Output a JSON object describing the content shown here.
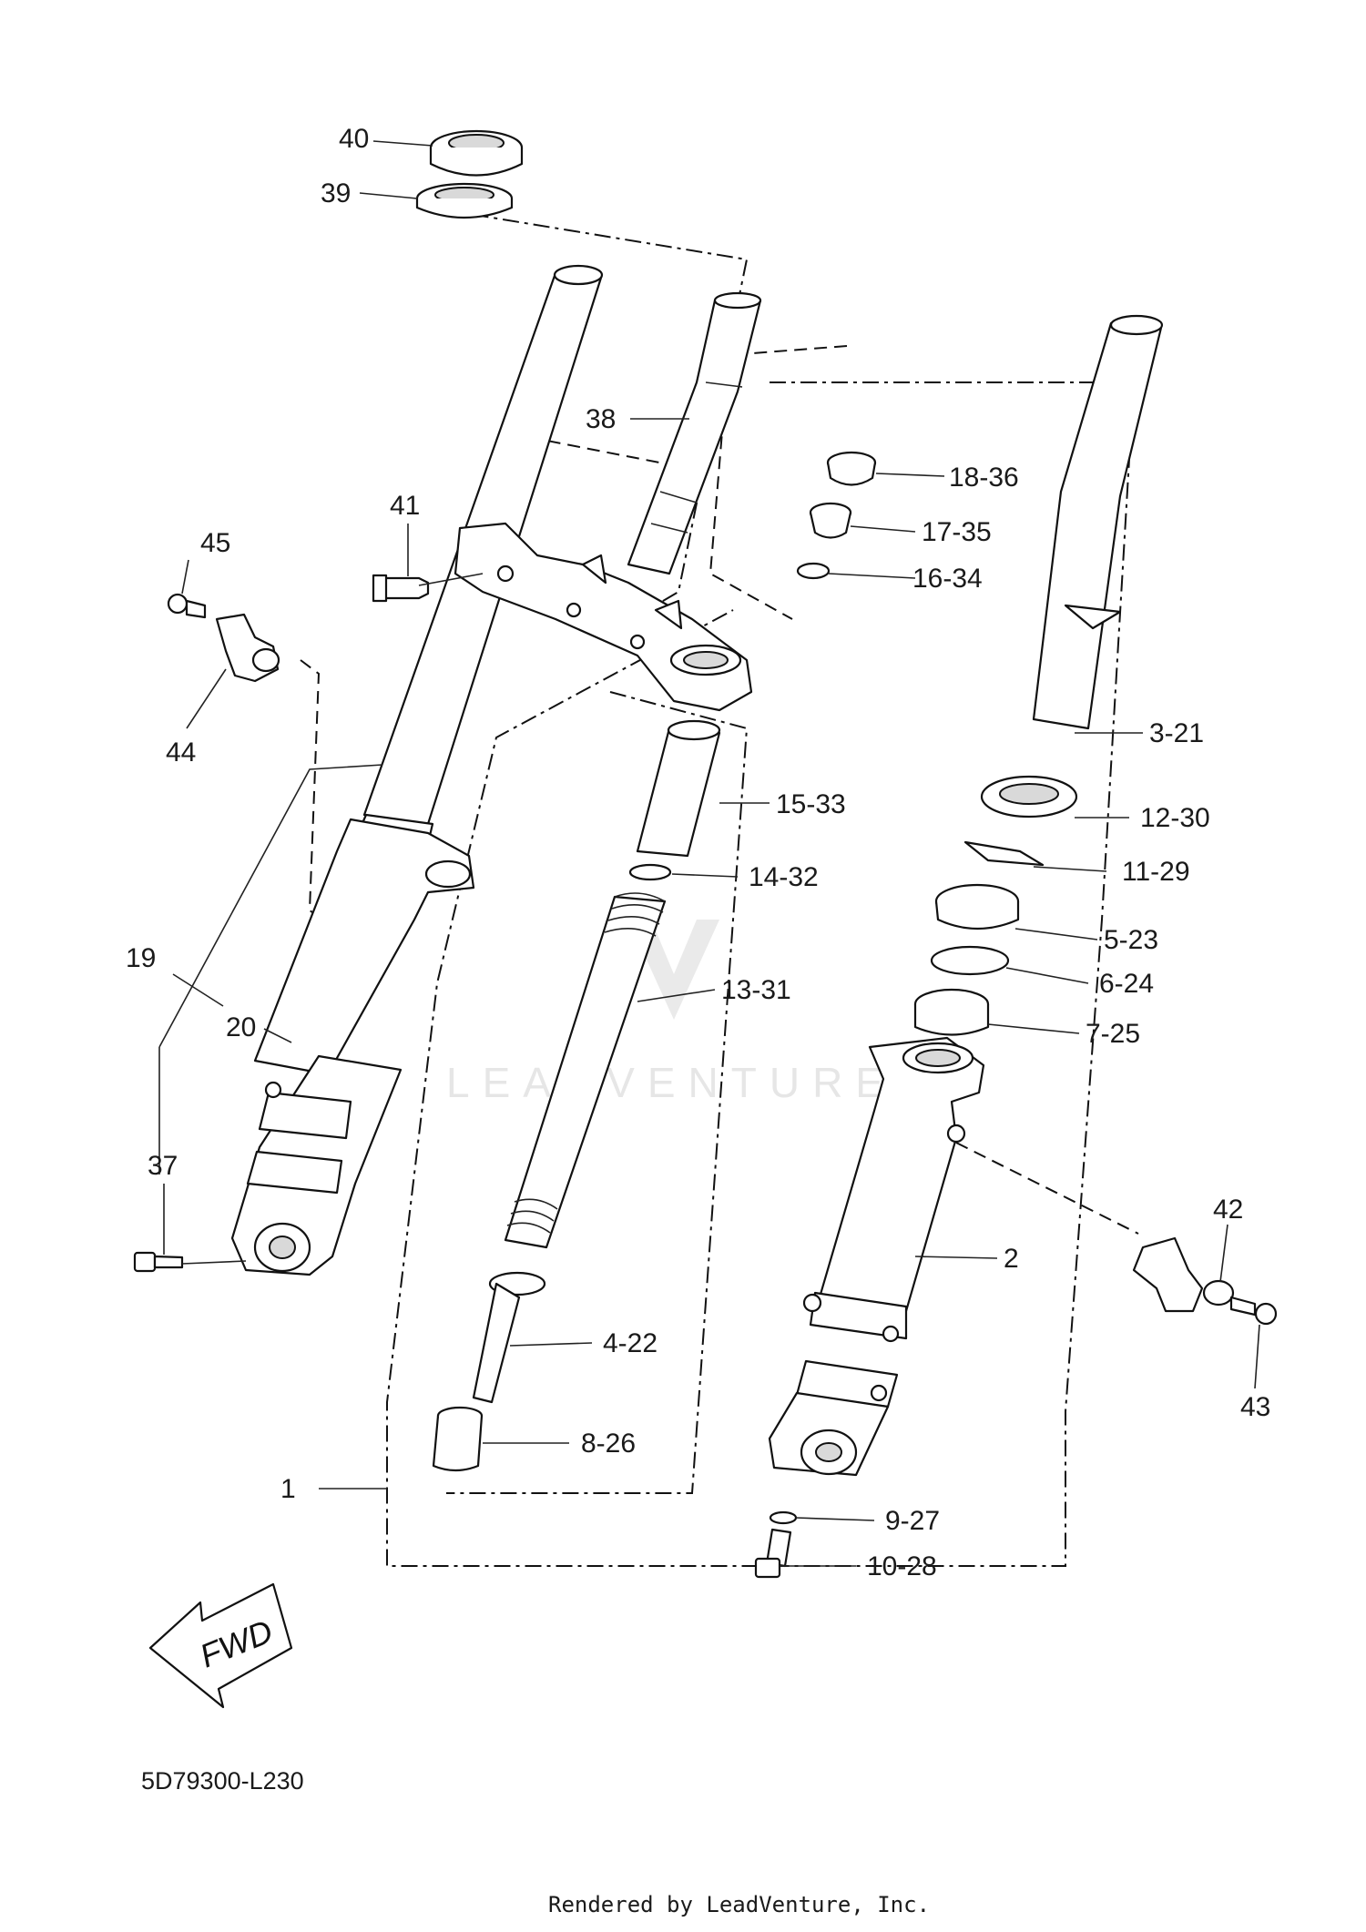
{
  "diagram": {
    "code": "5D79300-L230",
    "footer": "Rendered by LeadVenture, Inc.",
    "watermark": "LEADVENTURE",
    "fwd_label": "FWD",
    "callouts": [
      {
        "id": "40",
        "label": "40"
      },
      {
        "id": "39",
        "label": "39"
      },
      {
        "id": "38",
        "label": "38"
      },
      {
        "id": "41",
        "label": "41"
      },
      {
        "id": "45",
        "label": "45"
      },
      {
        "id": "44",
        "label": "44"
      },
      {
        "id": "18-36",
        "label": "18-36"
      },
      {
        "id": "17-35",
        "label": "17-35"
      },
      {
        "id": "16-34",
        "label": "16-34"
      },
      {
        "id": "3-21",
        "label": "3-21"
      },
      {
        "id": "15-33",
        "label": "15-33"
      },
      {
        "id": "12-30",
        "label": "12-30"
      },
      {
        "id": "11-29",
        "label": "11-29"
      },
      {
        "id": "14-32",
        "label": "14-32"
      },
      {
        "id": "5-23",
        "label": "5-23"
      },
      {
        "id": "19",
        "label": "19"
      },
      {
        "id": "6-24",
        "label": "6-24"
      },
      {
        "id": "13-31",
        "label": "13-31"
      },
      {
        "id": "20",
        "label": "20"
      },
      {
        "id": "7-25",
        "label": "7-25"
      },
      {
        "id": "37",
        "label": "37"
      },
      {
        "id": "42",
        "label": "42"
      },
      {
        "id": "2",
        "label": "2"
      },
      {
        "id": "4-22",
        "label": "4-22"
      },
      {
        "id": "43",
        "label": "43"
      },
      {
        "id": "8-26",
        "label": "8-26"
      },
      {
        "id": "1",
        "label": "1"
      },
      {
        "id": "9-27",
        "label": "9-27"
      },
      {
        "id": "10-28",
        "label": "10-28"
      }
    ]
  }
}
